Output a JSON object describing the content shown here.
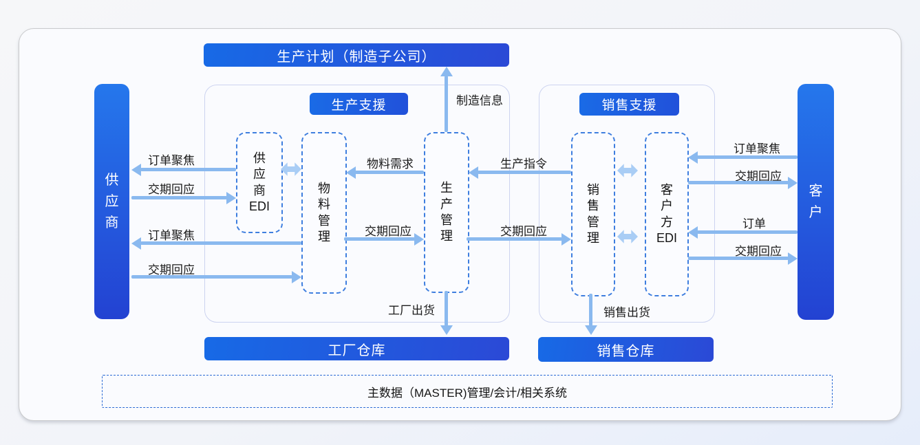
{
  "diagram": {
    "top_banner": "生产计划（制造子公司）",
    "supplier_pillar": "供\n应\n商",
    "customer_pillar": "客\n户",
    "production_group_badge": "生产支援",
    "sales_group_badge": "销售支援",
    "boxes": {
      "supplier_edi": "供\n应\n商\nEDI",
      "material_mgmt": "物\n料\n管\n理",
      "production_mgmt": "生\n产\n管\n理",
      "sales_mgmt": "销\n售\n管\n理",
      "customer_edi": "客\n户\n方\nEDI"
    },
    "warehouse_factory": "工厂仓库",
    "warehouse_sales": "销售仓库",
    "footer": "主数据（MASTER)管理/会计/相关系统",
    "labels": {
      "l_order_focus_top": "订单聚焦",
      "l_delivery_reply_top": "交期回应",
      "l_order_focus_bottom": "订单聚焦",
      "l_delivery_reply_bottom": "交期回应",
      "m_material_demand": "物料需求",
      "m_delivery_reply_left": "交期回应",
      "m_production_order": "生产指令",
      "m_delivery_reply_right": "交期回应",
      "r_order_focus": "订单聚焦",
      "r_delivery_reply_top": "交期回应",
      "r_order": "订单",
      "r_delivery_reply_bottom": "交期回应",
      "v_manufacturing_info": "制造信息",
      "v_factory_ship": "工厂出货",
      "v_sales_ship": "销售出货"
    },
    "colors": {
      "banner_gradient_start": "#176ae6",
      "banner_gradient_end": "#2b49d6",
      "pillar_gradient_start": "#2577ec",
      "pillar_gradient_end": "#2342d2",
      "arrow": "#8ab9ef",
      "double_arrow": "#a9cdf5",
      "dashed_box_border": "#3e7edf",
      "group_border": "#ccd3f0",
      "footer_border": "#2a6ad4"
    }
  }
}
